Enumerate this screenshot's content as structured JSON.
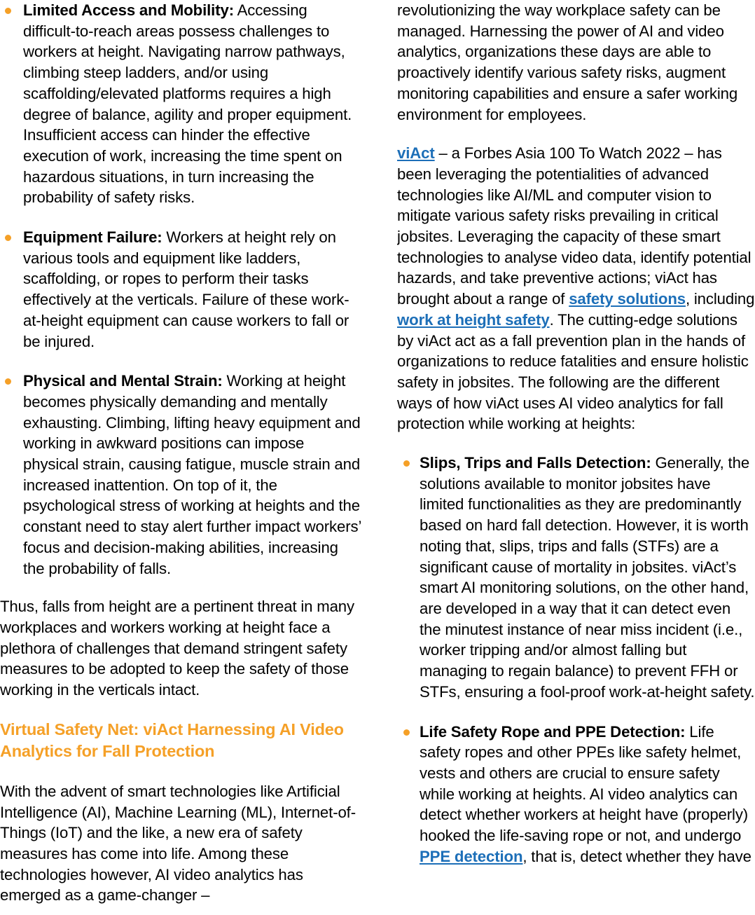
{
  "theme": {
    "accent_orange": "#F5A027",
    "link_blue": "#1D6FB8",
    "text_black": "#000000",
    "background": "#FFFFFF"
  },
  "left_column": {
    "bullets": [
      {
        "lead": "Limited Access and Mobility:",
        "body": " Accessing difficult-to-reach areas possess challenges to workers at height. Navigating narrow pathways, climbing steep ladders, and/or using scaffolding/elevated platforms requires a high degree of balance, agility and proper equipment. Insufficient access can hinder the effective execution of work, increasing the time spent on hazardous situations, in turn increasing the probability of safety risks."
      },
      {
        "lead": "Equipment Failure:",
        "body": " Workers at height rely on various tools and equipment like ladders, scaffolding, or ropes to perform their tasks effectively at the verticals. Failure of these work-at-height equipment can cause workers to fall or be injured."
      },
      {
        "lead": "Physical and Mental Strain:",
        "body": " Working at height becomes physically demanding and mentally exhausting. Climbing, lifting heavy equipment and working in awkward positions can impose physical strain, causing fatigue, muscle strain and increased inattention. On top of it, the psychological stress of working at heights and the constant need to stay alert further impact workers’ focus and decision-making abilities, increasing the probability of falls."
      }
    ],
    "paragraph_thus": "Thus, falls from height are a pertinent threat in many workplaces and workers working at height face a plethora of challenges that demand stringent safety measures to be adopted to keep the safety of those working in the verticals intact.",
    "section_heading": "Virtual Safety Net: viAct Harnessing AI Video Analytics for Fall Protection",
    "paragraph_advent": "With the advent of smart technologies like Artificial Intelligence (AI), Machine Learning (ML), Internet-of-Things (IoT) and the like, a new era of safety measures has come into life. Among these technologies however, AI video analytics has emerged as a game-changer –"
  },
  "right_column": {
    "paragraph_revolutionizing": "revolutionizing the way workplace safety can be managed. Harnessing the power of AI and video analytics, organizations these days are able to proactively identify various safety risks, augment monitoring capabilities and ensure a safer working environment for employees.",
    "paragraph_viact": {
      "link_viact": "viAct",
      "part1": " – a Forbes Asia 100 To Watch 2022 – has been leveraging the potentialities of advanced technologies like AI/ML and computer vision to mitigate various safety risks prevailing in critical jobsites. Leveraging the capacity of these smart technologies to analyse video data, identify potential hazards, and take preventive actions; viAct has brought about a range of ",
      "link_safety_solutions": "safety solutions",
      "part2": ", including ",
      "link_work_at_height": "work at height safety",
      "part3": ". The cutting-edge solutions by viAct act as a fall prevention plan in the hands of organizations to reduce fatalities and ensure holistic safety in jobsites. The following are the different ways of how viAct uses AI video analytics for fall protection while working at heights:"
    },
    "bullets": [
      {
        "lead": "Slips, Trips and Falls Detection:",
        "body": " Generally, the solutions available to monitor jobsites have limited functionalities as they are predominantly based on hard fall detection. However, it is worth noting that, slips, trips and falls (STFs) are a significant cause of mortality in jobsites. viAct’s smart AI monitoring solutions, on the other hand, are developed in a way that it can detect even the minutest instance of near miss incident (i.e., worker tripping and/or almost falling but managing to regain balance) to prevent FFH or STFs, ensuring a fool-proof work-at-height safety."
      }
    ],
    "bullet_ppe": {
      "lead": "Life Safety Rope and PPE Detection:",
      "part1": " Life safety ropes and other PPEs like safety helmet, vests and others are crucial to ensure safety while working at heights. AI video analytics can detect whether workers at height have (properly) hooked the life-saving rope or not, and undergo ",
      "link_ppe_detection": "PPE detection",
      "part2": ", that is, detect whether they have"
    }
  }
}
